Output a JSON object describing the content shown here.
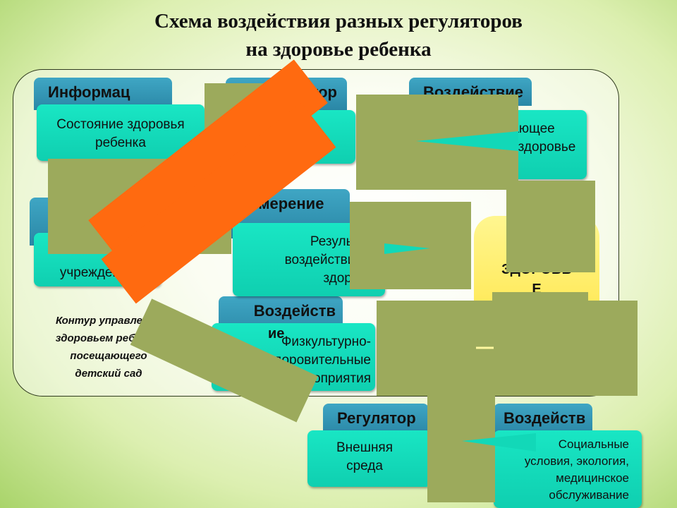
{
  "title_line1": "Схема воздействия разных регуляторов",
  "title_line2": "на здоровье ребенка",
  "headers": {
    "info": "Информац",
    "regulator_top": "Регулятор",
    "impact_top": "Воздействие",
    "measure": "Измерение",
    "effect_mid": "Воздейств",
    "regulator_bottom": "Регулятор",
    "impact_bottom": "Воздейств",
    "impact_bottom_tail": "ие"
  },
  "cards": {
    "child_health": "Состояние здоровья ребенка",
    "institution": "учреждение",
    "influence": "Оказывающее влияние на здоровье",
    "results_l1": "Результаты",
    "results_l2": "воздействия на",
    "results_l3": "здоровье",
    "phys_l1": "Физкультурно-",
    "phys_l2": "оздоровительные",
    "phys_l3": "мероприятия",
    "external": "Внешняя среда",
    "social_l1": "Социальные",
    "social_l2": "условия, экология,",
    "social_l3": "медицинское",
    "social_l4": "обслуживание"
  },
  "center": {
    "word_l1": "ЗДОРОВЬ",
    "word_l2": "Е"
  },
  "fragments": {
    "ie": "ие"
  },
  "note": {
    "l1": "Контур управления",
    "l2": "здоровьем ребенка,",
    "l3": "посещающего",
    "l4": "детский сад"
  },
  "colors": {
    "header": "#2a87a6",
    "card": "#12d8b8",
    "occluder_olive": "#9caa5c",
    "occluder_orange": "#ff6a10",
    "center_yellow": "#ffe030"
  }
}
